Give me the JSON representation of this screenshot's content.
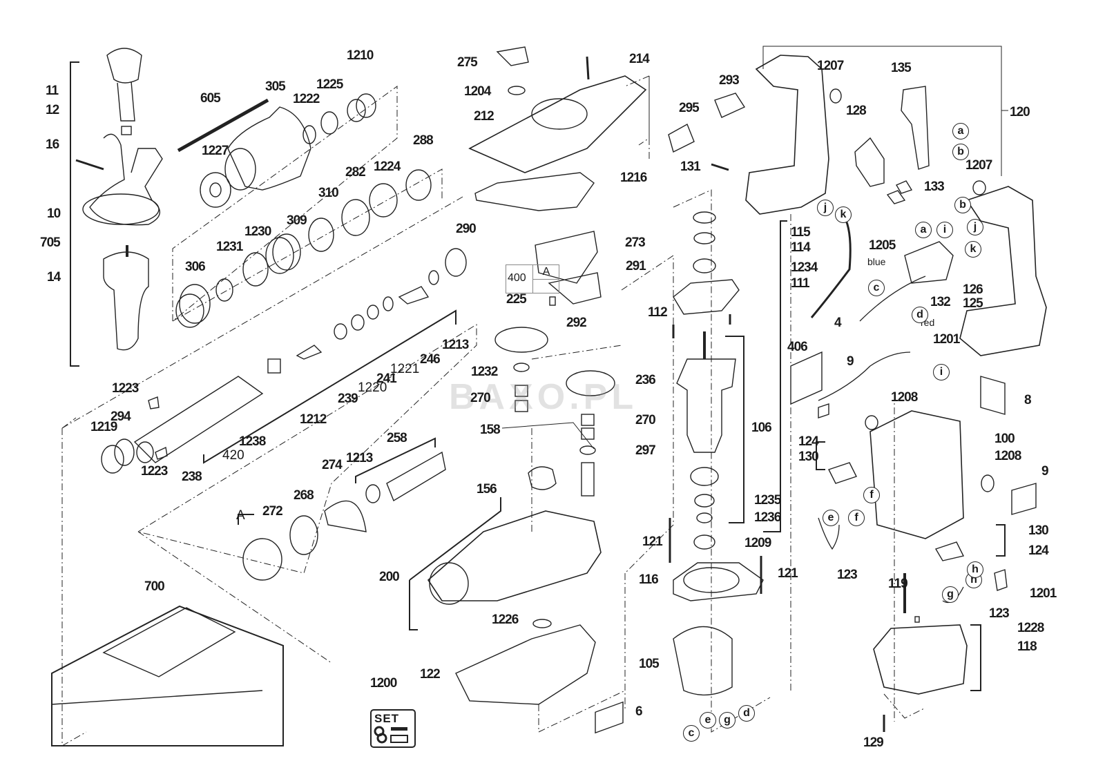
{
  "diagram": {
    "title": "Rotary hammer exploded parts diagram",
    "watermark": "BAXO.PL",
    "reference_box": {
      "number": "400",
      "letter": "A"
    },
    "set_icon": {
      "number": "1200",
      "label": "SET"
    },
    "wire_colors": {
      "blue": "blue",
      "red": "red"
    },
    "part_labels": {
      "p11": "11",
      "p12": "12",
      "p16": "16",
      "p10": "10",
      "p705": "705",
      "p14": "14",
      "p605": "605",
      "p305": "305",
      "p1227": "1227",
      "p1222": "1222",
      "p1225": "1225",
      "p1210": "1210",
      "p288": "288",
      "p282": "282",
      "p1224": "1224",
      "p310": "310",
      "p309": "309",
      "p1230": "1230",
      "p1231": "1231",
      "p306": "306",
      "p290": "290",
      "p1213a": "1213",
      "p246": "246",
      "p1221": "1221",
      "p241": "241",
      "p1220": "1220",
      "p239": "239",
      "p1212": "1212",
      "p1238": "1238",
      "p420": "420",
      "p238": "238",
      "p1223a": "1223",
      "p1223b": "1223",
      "p294": "294",
      "p1219": "1219",
      "p258": "258",
      "p1213b": "1213",
      "p274": "274",
      "p268": "268",
      "p272": "272",
      "pA": "A",
      "p700": "700",
      "p275": "275",
      "p214": "214",
      "p1204": "1204",
      "p212": "212",
      "p1216": "1216",
      "p273": "273",
      "p291": "291",
      "p225": "225",
      "p292": "292",
      "p1232": "1232",
      "p236": "236",
      "p270a": "270",
      "p270b": "270",
      "p297": "297",
      "p158": "158",
      "p156": "156",
      "p200": "200",
      "p1226": "1226",
      "p122": "122",
      "p6": "6",
      "p295": "295",
      "p293": "293",
      "p131": "131",
      "p1207a": "1207",
      "p135": "135",
      "p128": "128",
      "p133": "133",
      "p1207b": "1207",
      "p120": "120",
      "p115": "115",
      "p114": "114",
      "p1234": "1234",
      "p111": "111",
      "p112": "112",
      "p406": "406",
      "p106": "106",
      "p1235": "1235",
      "p1236": "1236",
      "p1209": "1209",
      "p121a": "121",
      "p121b": "121",
      "p116": "116",
      "p105": "105",
      "p1205": "1205",
      "p4": "4",
      "p132": "132",
      "p126": "126",
      "p125": "125",
      "p1201a": "1201",
      "p9a": "9",
      "p8": "8",
      "p1208a": "1208",
      "p100": "100",
      "p1208b": "1208",
      "p9b": "9",
      "p124a": "124",
      "p130a": "130",
      "p123a": "123",
      "p130b": "130",
      "p124b": "124",
      "p119": "119",
      "p1201b": "1201",
      "p123b": "123",
      "p1228": "1228",
      "p118": "118",
      "p129": "129"
    },
    "connector_letters": {
      "a1": "a",
      "b1": "b",
      "b2": "b",
      "a2": "a",
      "i1": "i",
      "j1": "j",
      "k1": "k",
      "j2": "j",
      "k2": "k",
      "c1": "c",
      "d1": "d",
      "i2": "i",
      "f1": "f",
      "e2": "e",
      "f2": "f",
      "h1": "h",
      "h2": "h",
      "g2": "g",
      "c3": "c",
      "e3": "e",
      "g3": "g",
      "d3": "d"
    }
  }
}
